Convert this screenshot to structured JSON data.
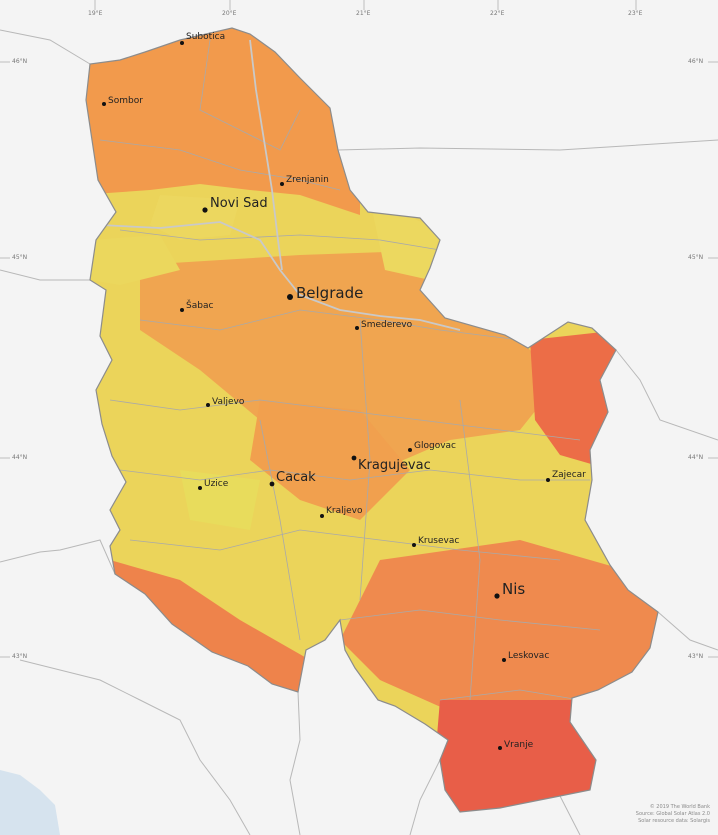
{
  "graticule": {
    "lon_labels": [
      "19°E",
      "20°E",
      "21°E",
      "22°E",
      "23°E"
    ],
    "lat_labels": [
      "46°N",
      "45°N",
      "44°N",
      "43°N"
    ]
  },
  "cities": {
    "subotica": "Subotica",
    "sombor": "Sombor",
    "zrenjanin": "Zrenjanin",
    "novi_sad": "Novi Sad",
    "belgrade": "Belgrade",
    "sabac": "Šabac",
    "smederevo": "Smederevo",
    "valjevo": "Valjevo",
    "glogovac": "Glogovac",
    "kragujevac": "Kragujevac",
    "cacak": "Cacak",
    "uzice": "Uzice",
    "zajecar": "Zajecar",
    "kraljevo": "Kraljevo",
    "krusevac": "Krusevac",
    "nis": "Nis",
    "leskovac": "Leskovac",
    "vranje": "Vranje"
  },
  "credit": {
    "line1": "© 2019 The World Bank",
    "line2": "Source: Global Solar Atlas 2.0",
    "line3": "Solar resource data: Solargis"
  },
  "colors": {
    "background": "#f4f4f4",
    "north_orange": "#f39a4c",
    "yellow": "#ead85a",
    "south_red": "#ec6a46",
    "border": "#9a9a9a",
    "river": "#c8c8c8"
  }
}
